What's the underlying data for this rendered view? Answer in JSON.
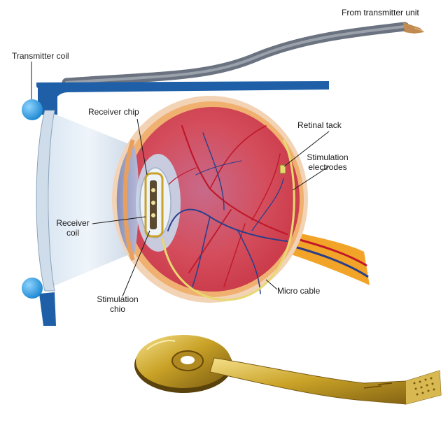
{
  "labels": {
    "from_transmitter_unit": "From transmitter unit",
    "transmitter_coil": "Transmitter coil",
    "receiver_chip": "Receiver chip",
    "retinal_tack": "Retinal tack",
    "stimulation_electrodes_line1": "Stimulation",
    "stimulation_electrodes_line2": "electrodes",
    "receiver_coil_line1": "Receiver",
    "receiver_coil_line2": "coil",
    "stimulation_chip_line1": "Stimulation",
    "stimulation_chip_line2": "chio",
    "micro_cable": "Micro cable"
  },
  "colors": {
    "frame_blue": "#1f5fa8",
    "coil_blue": "#2b9be0",
    "cable_gray": "#6b7280",
    "eye_red": "#d0505e",
    "vessel_red": "#c0182a",
    "vessel_blue": "#2a3f8a",
    "sclera_orange": "#f0b070",
    "nerve_orange": "#f2a428",
    "implant_gold": "#c9a227"
  }
}
